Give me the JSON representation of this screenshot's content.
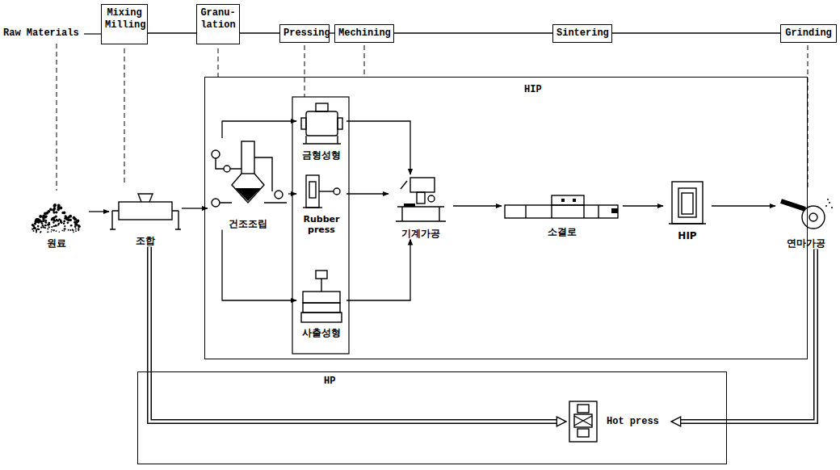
{
  "diagram": {
    "nodes": [
      {
        "text": [
          "Mixing Milling"
        ]
      },
      {
        "text": [
          "Granu- lation"
        ]
      },
      {
        "text": [
          "Pressing"
        ]
      },
      {
        "text": [
          "Mechining"
        ]
      },
      {
        "text": [
          "Sintering"
        ]
      },
      {
        "text": [
          "Grinding"
        ]
      },
      {
        "text": [
          "HIP"
        ]
      },
      {
        "text": [
          "건조조립"
        ],
        "in": 6
      },
      {
        "text": [
          "금형성형"
        ],
        "in": 6
      },
      {
        "text": [
          "Rubber press"
        ],
        "in": 6
      },
      {
        "text": [
          "사출성형"
        ],
        "in": 6
      },
      {
        "text": [
          "기계가공"
        ],
        "in": 6
      },
      {
        "text": [
          "소결로"
        ],
        "in": 6
      },
      {
        "text": [
          "HIP"
        ],
        "in": 6
      },
      {
        "text": [
          "원료"
        ]
      },
      {
        "text": [
          "조합"
        ]
      },
      {
        "text": [
          "연마가공"
        ]
      },
      {
        "text": [
          "HP"
        ]
      },
      {
        "text": [
          "Hot press"
        ],
        "in": 17
      }
    ],
    "edges": [
      {
        "from": 14,
        "to": 15,
        "arrow": "to"
      },
      {
        "from": 15,
        "to": 7,
        "arrow": "to"
      },
      {
        "from": 7,
        "to": 8,
        "arrow": "to"
      },
      {
        "from": 7,
        "to": 9,
        "arrow": "to"
      },
      {
        "from": 7,
        "to": 10,
        "arrow": "to"
      },
      {
        "from": 8,
        "to": 11,
        "arrow": "to"
      },
      {
        "from": 9,
        "to": 11,
        "arrow": "to"
      },
      {
        "from": 10,
        "to": 11,
        "arrow": "to"
      },
      {
        "from": 11,
        "to": 12,
        "arrow": "to"
      },
      {
        "from": 12,
        "to": 13,
        "arrow": "to"
      },
      {
        "from": 13,
        "to": 16,
        "arrow": "to"
      },
      {
        "from": 15,
        "to": 18,
        "arrow": "to"
      },
      {
        "from": 16,
        "to": 18,
        "arrow": "to"
      },
      {
        "from": 0,
        "to": 1,
        "arrow": "none"
      },
      {
        "from": 1,
        "to": 2,
        "arrow": "none"
      },
      {
        "from": 2,
        "to": 3,
        "arrow": "none"
      },
      {
        "from": 3,
        "to": 4,
        "arrow": "none"
      },
      {
        "from": 4,
        "to": 5,
        "arrow": "none"
      }
    ],
    "labels": [
      "Raw Materials"
    ]
  }
}
